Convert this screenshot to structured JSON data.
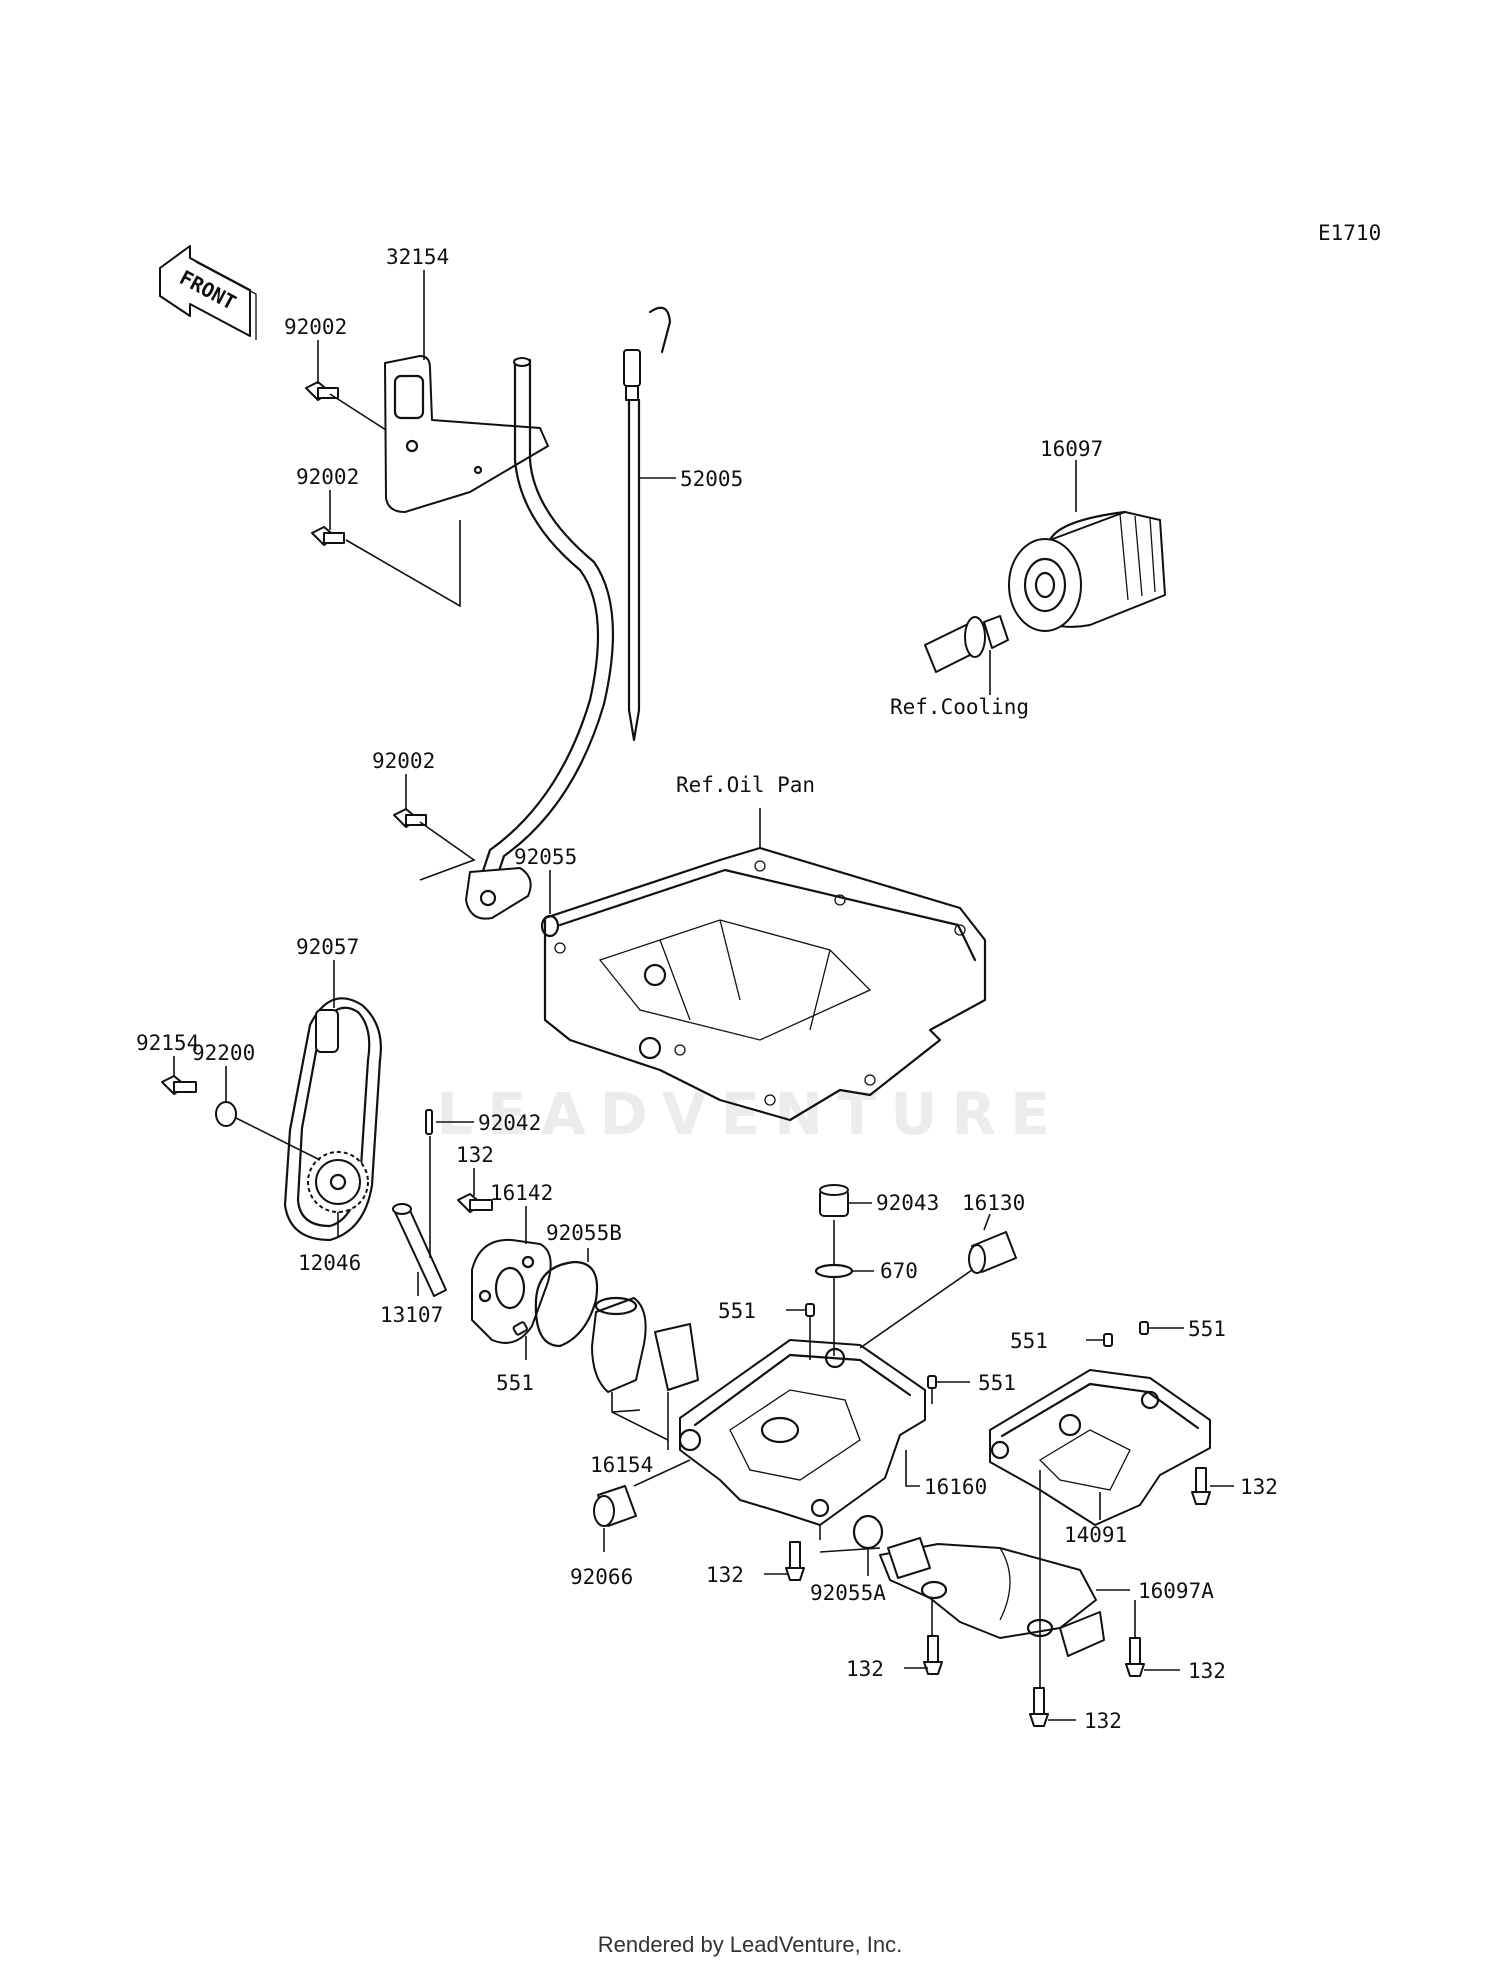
{
  "diagram_code": "E1710",
  "front_label": "FRONT",
  "refs": {
    "cooling": "Ref.Cooling",
    "oil_pan": "Ref.Oil Pan"
  },
  "watermark": "LEADVENTURE",
  "footer": "Rendered by LeadVenture, Inc.",
  "parts": {
    "p32154": "32154",
    "p92002_a": "92002",
    "p92002_b": "92002",
    "p92002_c": "92002",
    "p52005": "52005",
    "p16097": "16097",
    "p92055": "92055",
    "p92057": "92057",
    "p92154": "92154",
    "p92200": "92200",
    "p92042": "92042",
    "p132_pump": "132",
    "p16142": "16142",
    "p92055b": "92055B",
    "p12046": "12046",
    "p13107": "13107",
    "p551_pump": "551",
    "p16130": "16130",
    "p92043": "92043",
    "p670": "670",
    "p551_a": "551",
    "p551_b": "551",
    "p551_c": "551",
    "p551_d": "551",
    "p16154": "16154",
    "p16160": "16160",
    "p14091": "14091",
    "p132_a": "132",
    "p92066": "92066",
    "p132_b": "132",
    "p92055a": "92055A",
    "p16097a": "16097A",
    "p132_c": "132",
    "p132_d": "132",
    "p132_e": "132"
  }
}
